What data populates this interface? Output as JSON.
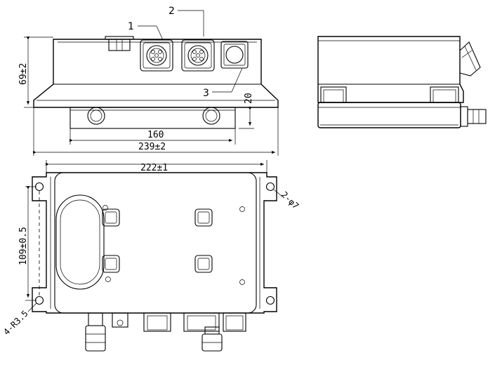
{
  "callouts": {
    "c1": "1",
    "c2": "2",
    "c3": "3"
  },
  "dims": {
    "height_69": "69±2",
    "height_20": "20",
    "width_160": "160",
    "width_239": "239±2",
    "width_222": "222±1",
    "hole_2phi7": "2-φ7",
    "spacing_109": "109±0.5",
    "radius_4r35": "4-R3.5"
  }
}
